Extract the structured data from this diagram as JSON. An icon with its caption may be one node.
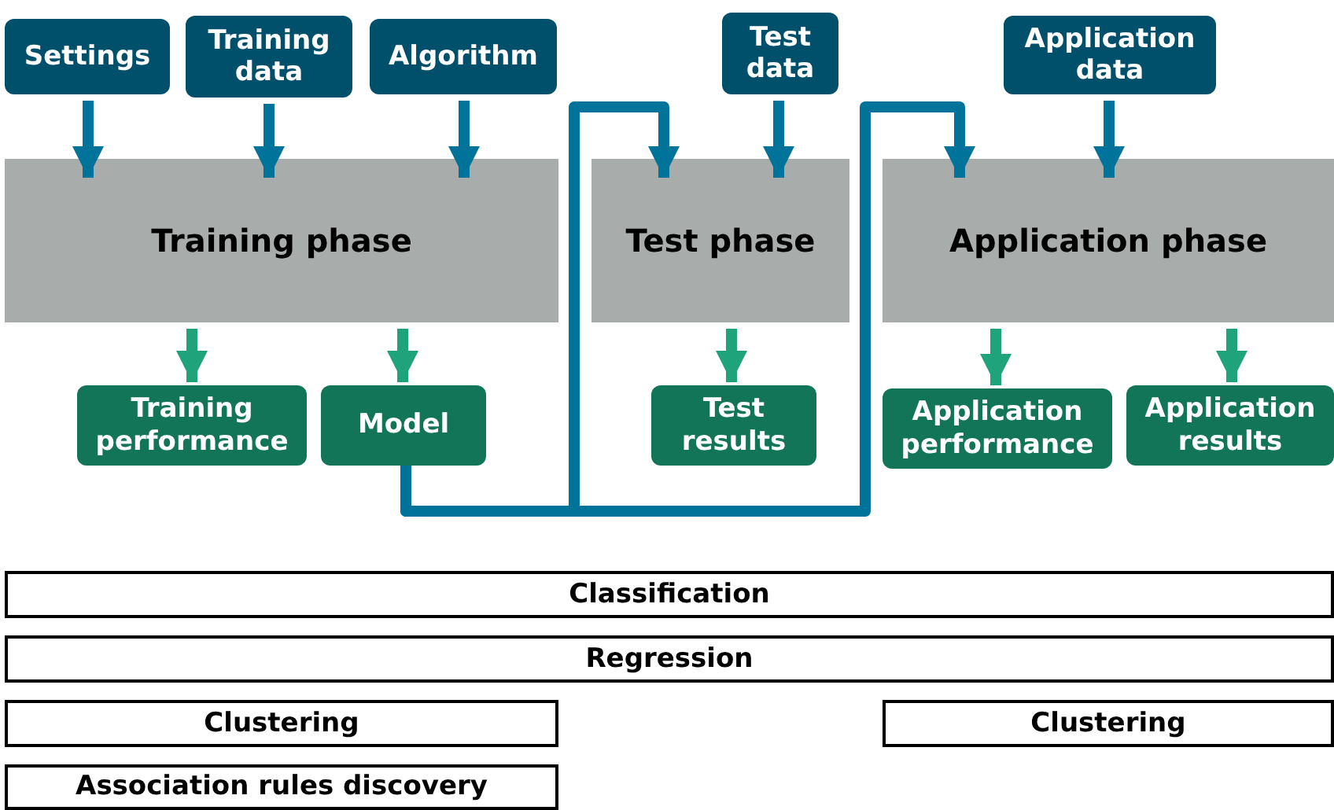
{
  "diagram": {
    "nodes": [
      {
        "text": [
          "Settings"
        ]
      },
      {
        "text": [
          "Training data"
        ]
      },
      {
        "text": [
          "Algorithm"
        ]
      },
      {
        "text": [
          "Test data"
        ]
      },
      {
        "text": [
          "Application data"
        ]
      },
      {
        "text": [
          "Training phase"
        ]
      },
      {
        "text": [
          "Test phase"
        ]
      },
      {
        "text": [
          "Application phase"
        ]
      },
      {
        "text": [
          "Training performance"
        ]
      },
      {
        "text": [
          "Model"
        ]
      },
      {
        "text": [
          "Test results"
        ]
      },
      {
        "text": [
          "Application performance"
        ]
      },
      {
        "text": [
          "Application results"
        ]
      },
      {
        "text": [
          "Classification"
        ]
      },
      {
        "text": [
          "Regression"
        ]
      },
      {
        "text": [
          "Clustering"
        ]
      },
      {
        "text": [
          "Clustering"
        ]
      },
      {
        "text": [
          "Association rules discovery"
        ]
      }
    ],
    "edges": [
      {
        "from": 0,
        "to": 5,
        "arrow": "to"
      },
      {
        "from": 1,
        "to": 5,
        "arrow": "to"
      },
      {
        "from": 2,
        "to": 5,
        "arrow": "to"
      },
      {
        "from": 3,
        "to": 6,
        "arrow": "to"
      },
      {
        "from": 4,
        "to": 7,
        "arrow": "to"
      },
      {
        "from": 5,
        "to": 8,
        "arrow": "to",
        "color": "#1fa37a"
      },
      {
        "from": 5,
        "to": 9,
        "arrow": "to",
        "color": "#1fa37a"
      },
      {
        "from": 6,
        "to": 10,
        "arrow": "to",
        "color": "#1fa37a"
      },
      {
        "from": 7,
        "to": 11,
        "arrow": "to",
        "color": "#1fa37a"
      },
      {
        "from": 7,
        "to": 12,
        "arrow": "to",
        "color": "#1fa37a"
      },
      {
        "from": 9,
        "to": 6,
        "arrow": "to"
      },
      {
        "from": 9,
        "to": 7,
        "arrow": "to"
      }
    ]
  }
}
